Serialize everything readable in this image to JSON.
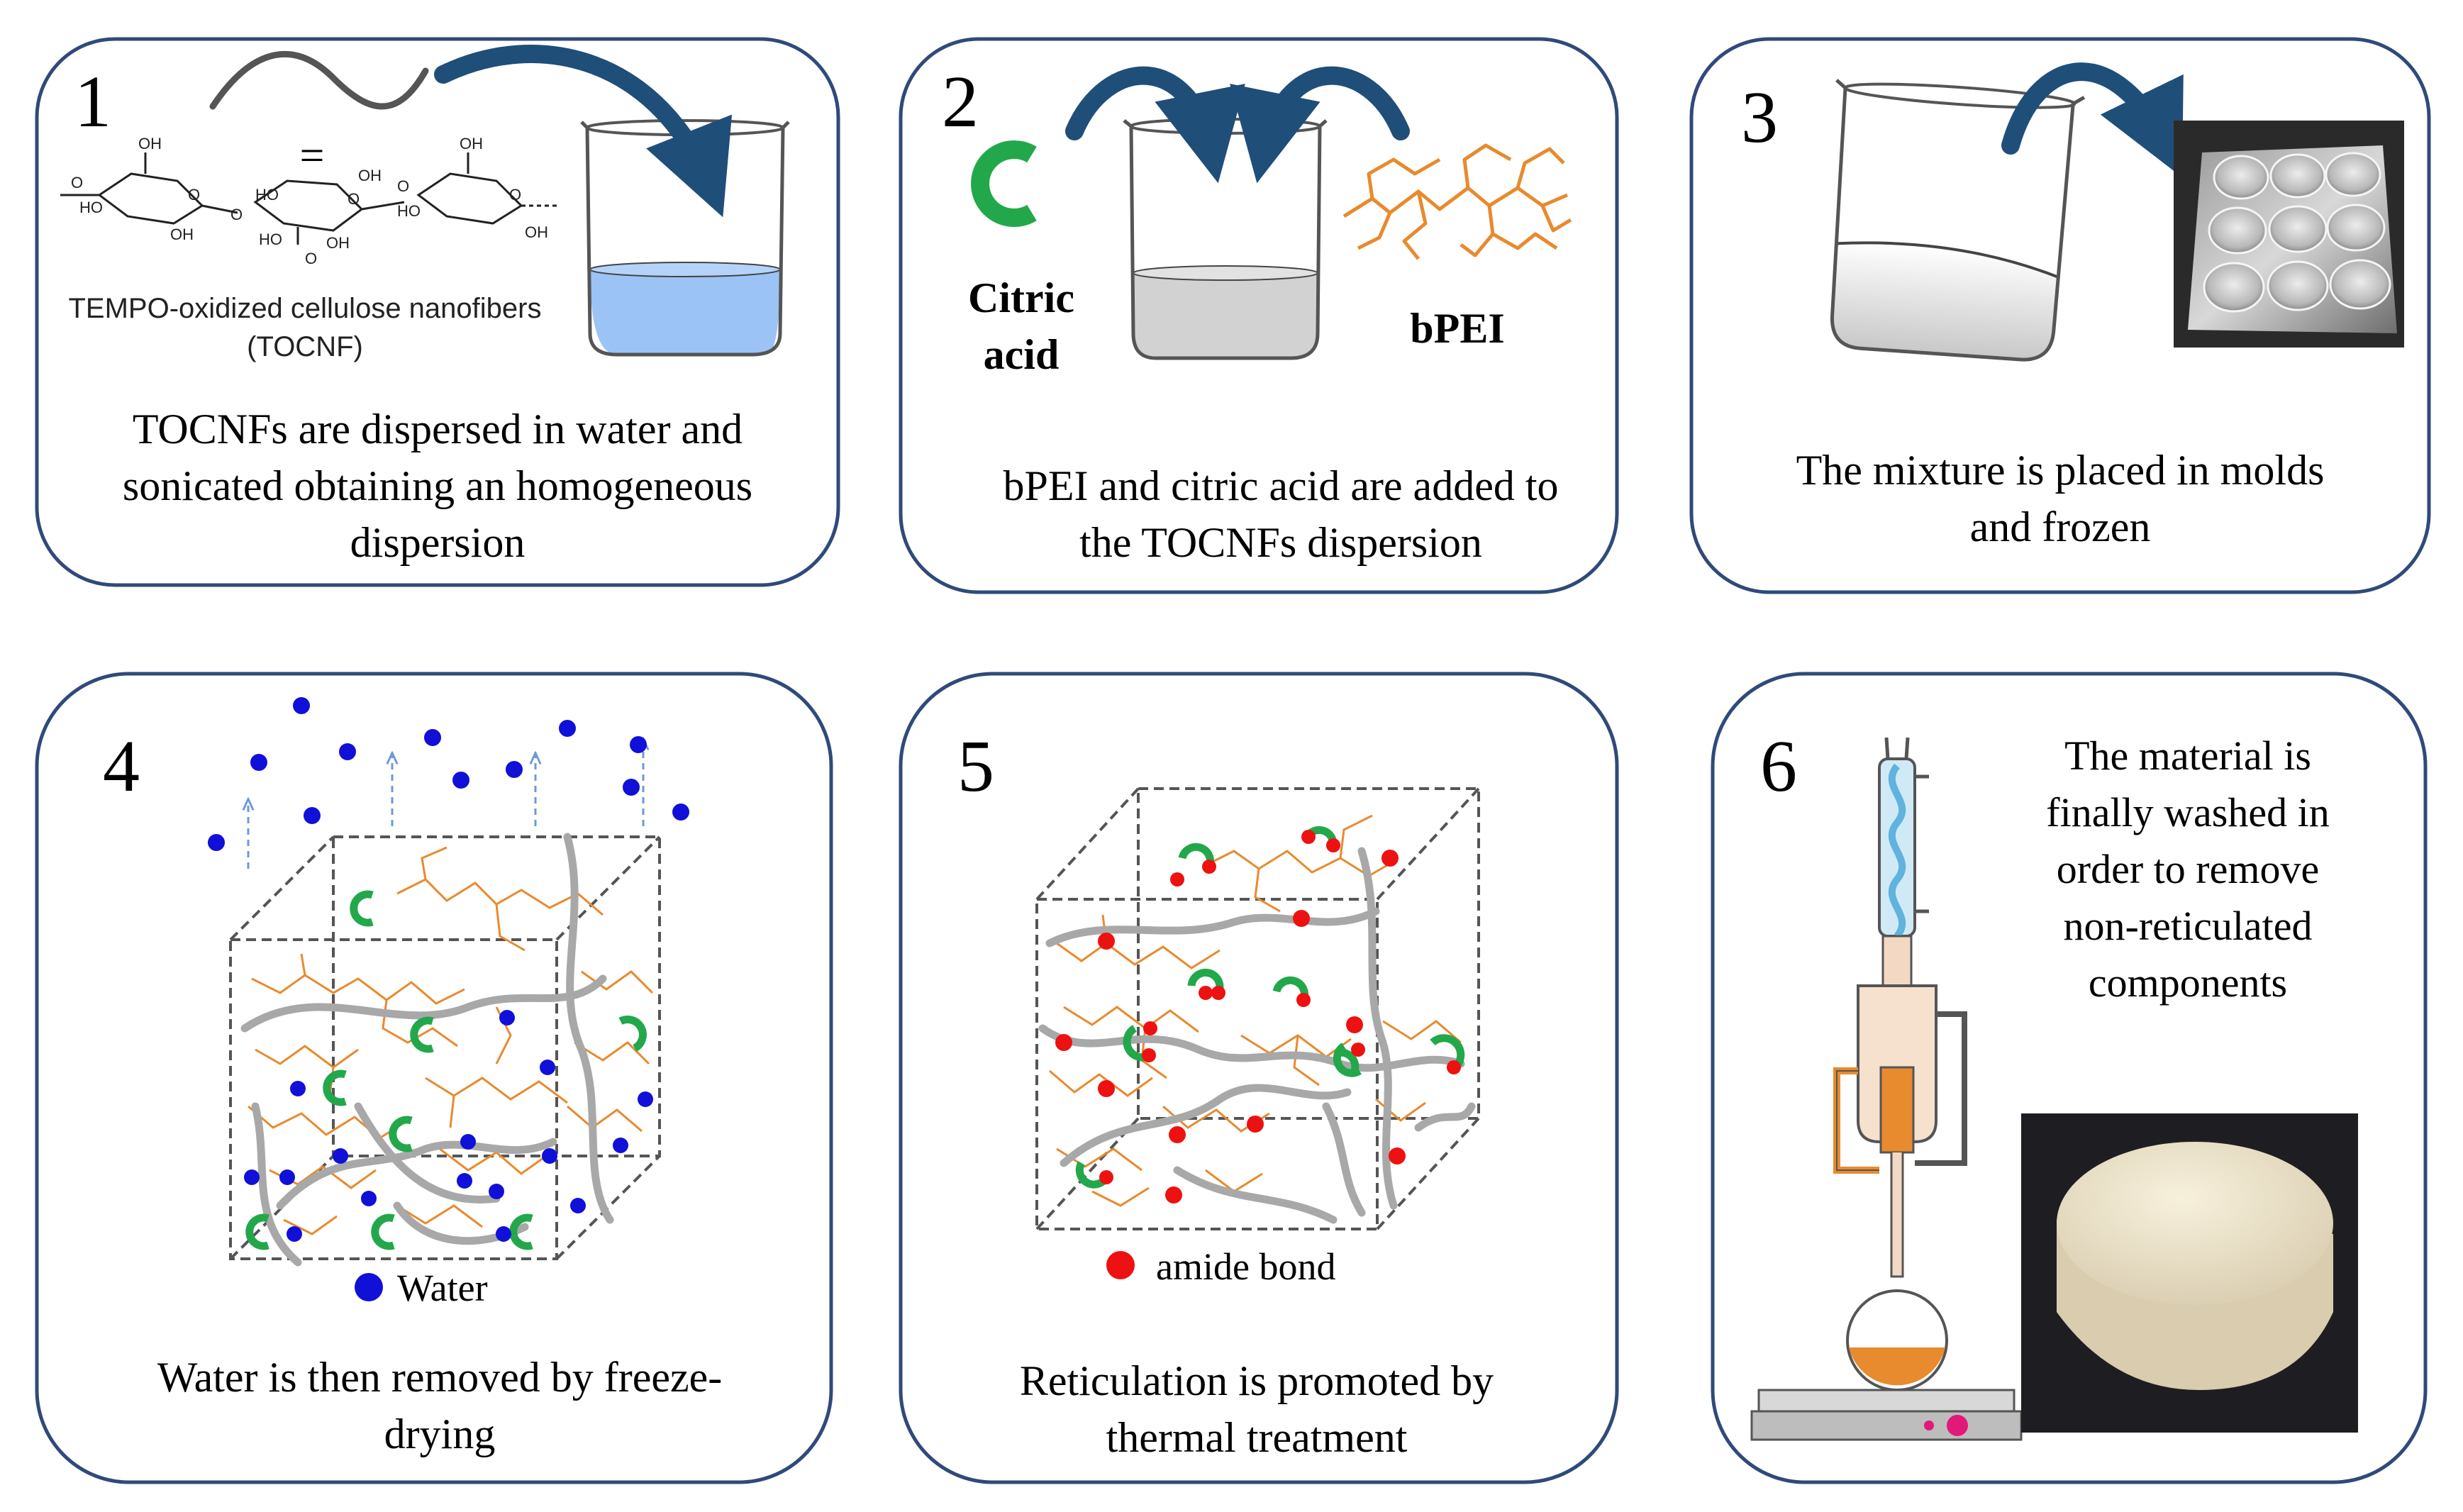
{
  "panels": [
    {
      "number": "1",
      "caption_lines": [
        "TOCNFs are dispersed in water and",
        "sonicated obtaining an homogeneous",
        "dispersion"
      ],
      "structure_label_lines": [
        "TEMPO-oxidized cellulose nanofibers",
        "(TOCNF)"
      ],
      "equals_sign": "=",
      "ring_labels": [
        "OH",
        "HO",
        "OH",
        "O",
        "HO",
        "OH",
        "O",
        "HO",
        "OH",
        "O",
        "OH",
        "HO",
        "OH",
        "O",
        "O",
        "O",
        "O"
      ]
    },
    {
      "number": "2",
      "caption_lines": [
        "bPEI and citric acid are added to",
        "the TOCNFs dispersion"
      ],
      "citric_label_lines": [
        "Citric",
        "acid"
      ],
      "bpei_label": "bPEI"
    },
    {
      "number": "3",
      "caption_lines": [
        "The mixture is placed in molds",
        "and frozen"
      ]
    },
    {
      "number": "4",
      "caption_lines": [
        "Water is then removed by freeze-",
        "drying"
      ],
      "legend_label": "Water"
    },
    {
      "number": "5",
      "caption_lines": [
        "Reticulation is promoted by",
        "thermal treatment"
      ],
      "legend_label": "amide bond"
    },
    {
      "number": "6",
      "caption_lines": [
        "The material is",
        "finally washed in",
        "order to remove",
        "non-reticulated",
        "components"
      ]
    }
  ],
  "colors": {
    "border": "#2f4a7a",
    "water_liquid": "#9cc3f5",
    "mixture_liquid": "#d2d2d2",
    "citric_acid": "#22a84a",
    "bpei": "#e88a2e",
    "fiber": "#a8a8a8",
    "water_dot": "#1010d8",
    "amide_dot": "#ee1111",
    "arrow": "#1f4e79",
    "vapor_arrow": "#6a9bd8",
    "sponge": "#efe6cf",
    "photo_bg": "#1e1e22"
  }
}
